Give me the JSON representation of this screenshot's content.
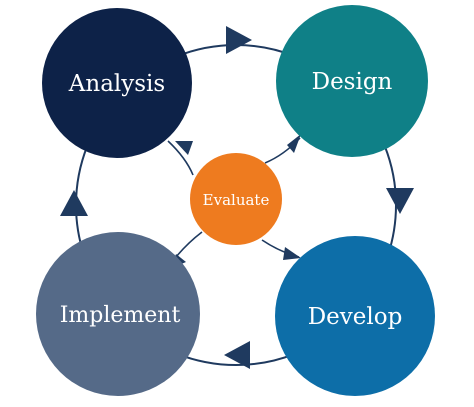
{
  "diagram": {
    "colors": {
      "ring": "#1f3a5f",
      "analysis": "#0d2248",
      "design": "#0f8087",
      "develop": "#0d6ea8",
      "implement": "#556a88",
      "evaluate": "#ee7b1f",
      "label": "#ffffff"
    },
    "nodes": {
      "analysis": {
        "label": "Analysis"
      },
      "design": {
        "label": "Design"
      },
      "develop": {
        "label": "Develop"
      },
      "implement": {
        "label": "Implement"
      },
      "evaluate": {
        "label": "Evaluate"
      }
    }
  }
}
